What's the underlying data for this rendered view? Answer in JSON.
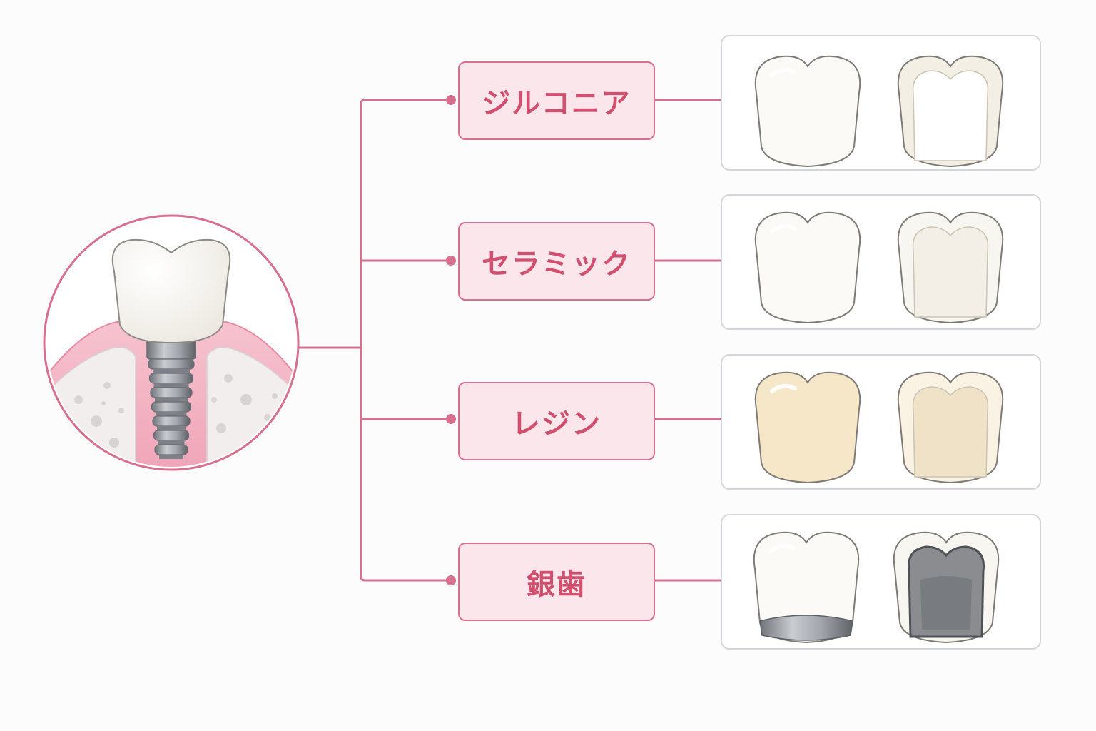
{
  "colors": {
    "accent": "#d6708f",
    "label_bg": "#fbe6ec",
    "label_text": "#d2506f",
    "gum": "#f4b9c8",
    "bone": "#f1eeee",
    "implant": "#9a9ea4",
    "panel_border": "#d5d6dc"
  },
  "center_illustration": {
    "icon": "dental-implant-cross-section-icon"
  },
  "materials": [
    {
      "key": "zirconia",
      "label": "ジルコニア",
      "crown_color": "#fbfaf7",
      "inner_color": "#ffffff",
      "shell_color": "#f4efe4",
      "metal": false
    },
    {
      "key": "ceramic",
      "label": "セラミック",
      "crown_color": "#fbfaf7",
      "inner_color": "#f3efe7",
      "shell_color": "#f8f6f0",
      "metal": false
    },
    {
      "key": "resin",
      "label": "レジン",
      "crown_color": "#f6e7c9",
      "inner_color": "#efe2c7",
      "shell_color": "#faf2e2",
      "metal": false
    },
    {
      "key": "silver",
      "label": "銀歯",
      "crown_color": "#fbfaf7",
      "inner_color": "#8a8c90",
      "shell_color": "#f8f6f0",
      "metal": true
    }
  ]
}
